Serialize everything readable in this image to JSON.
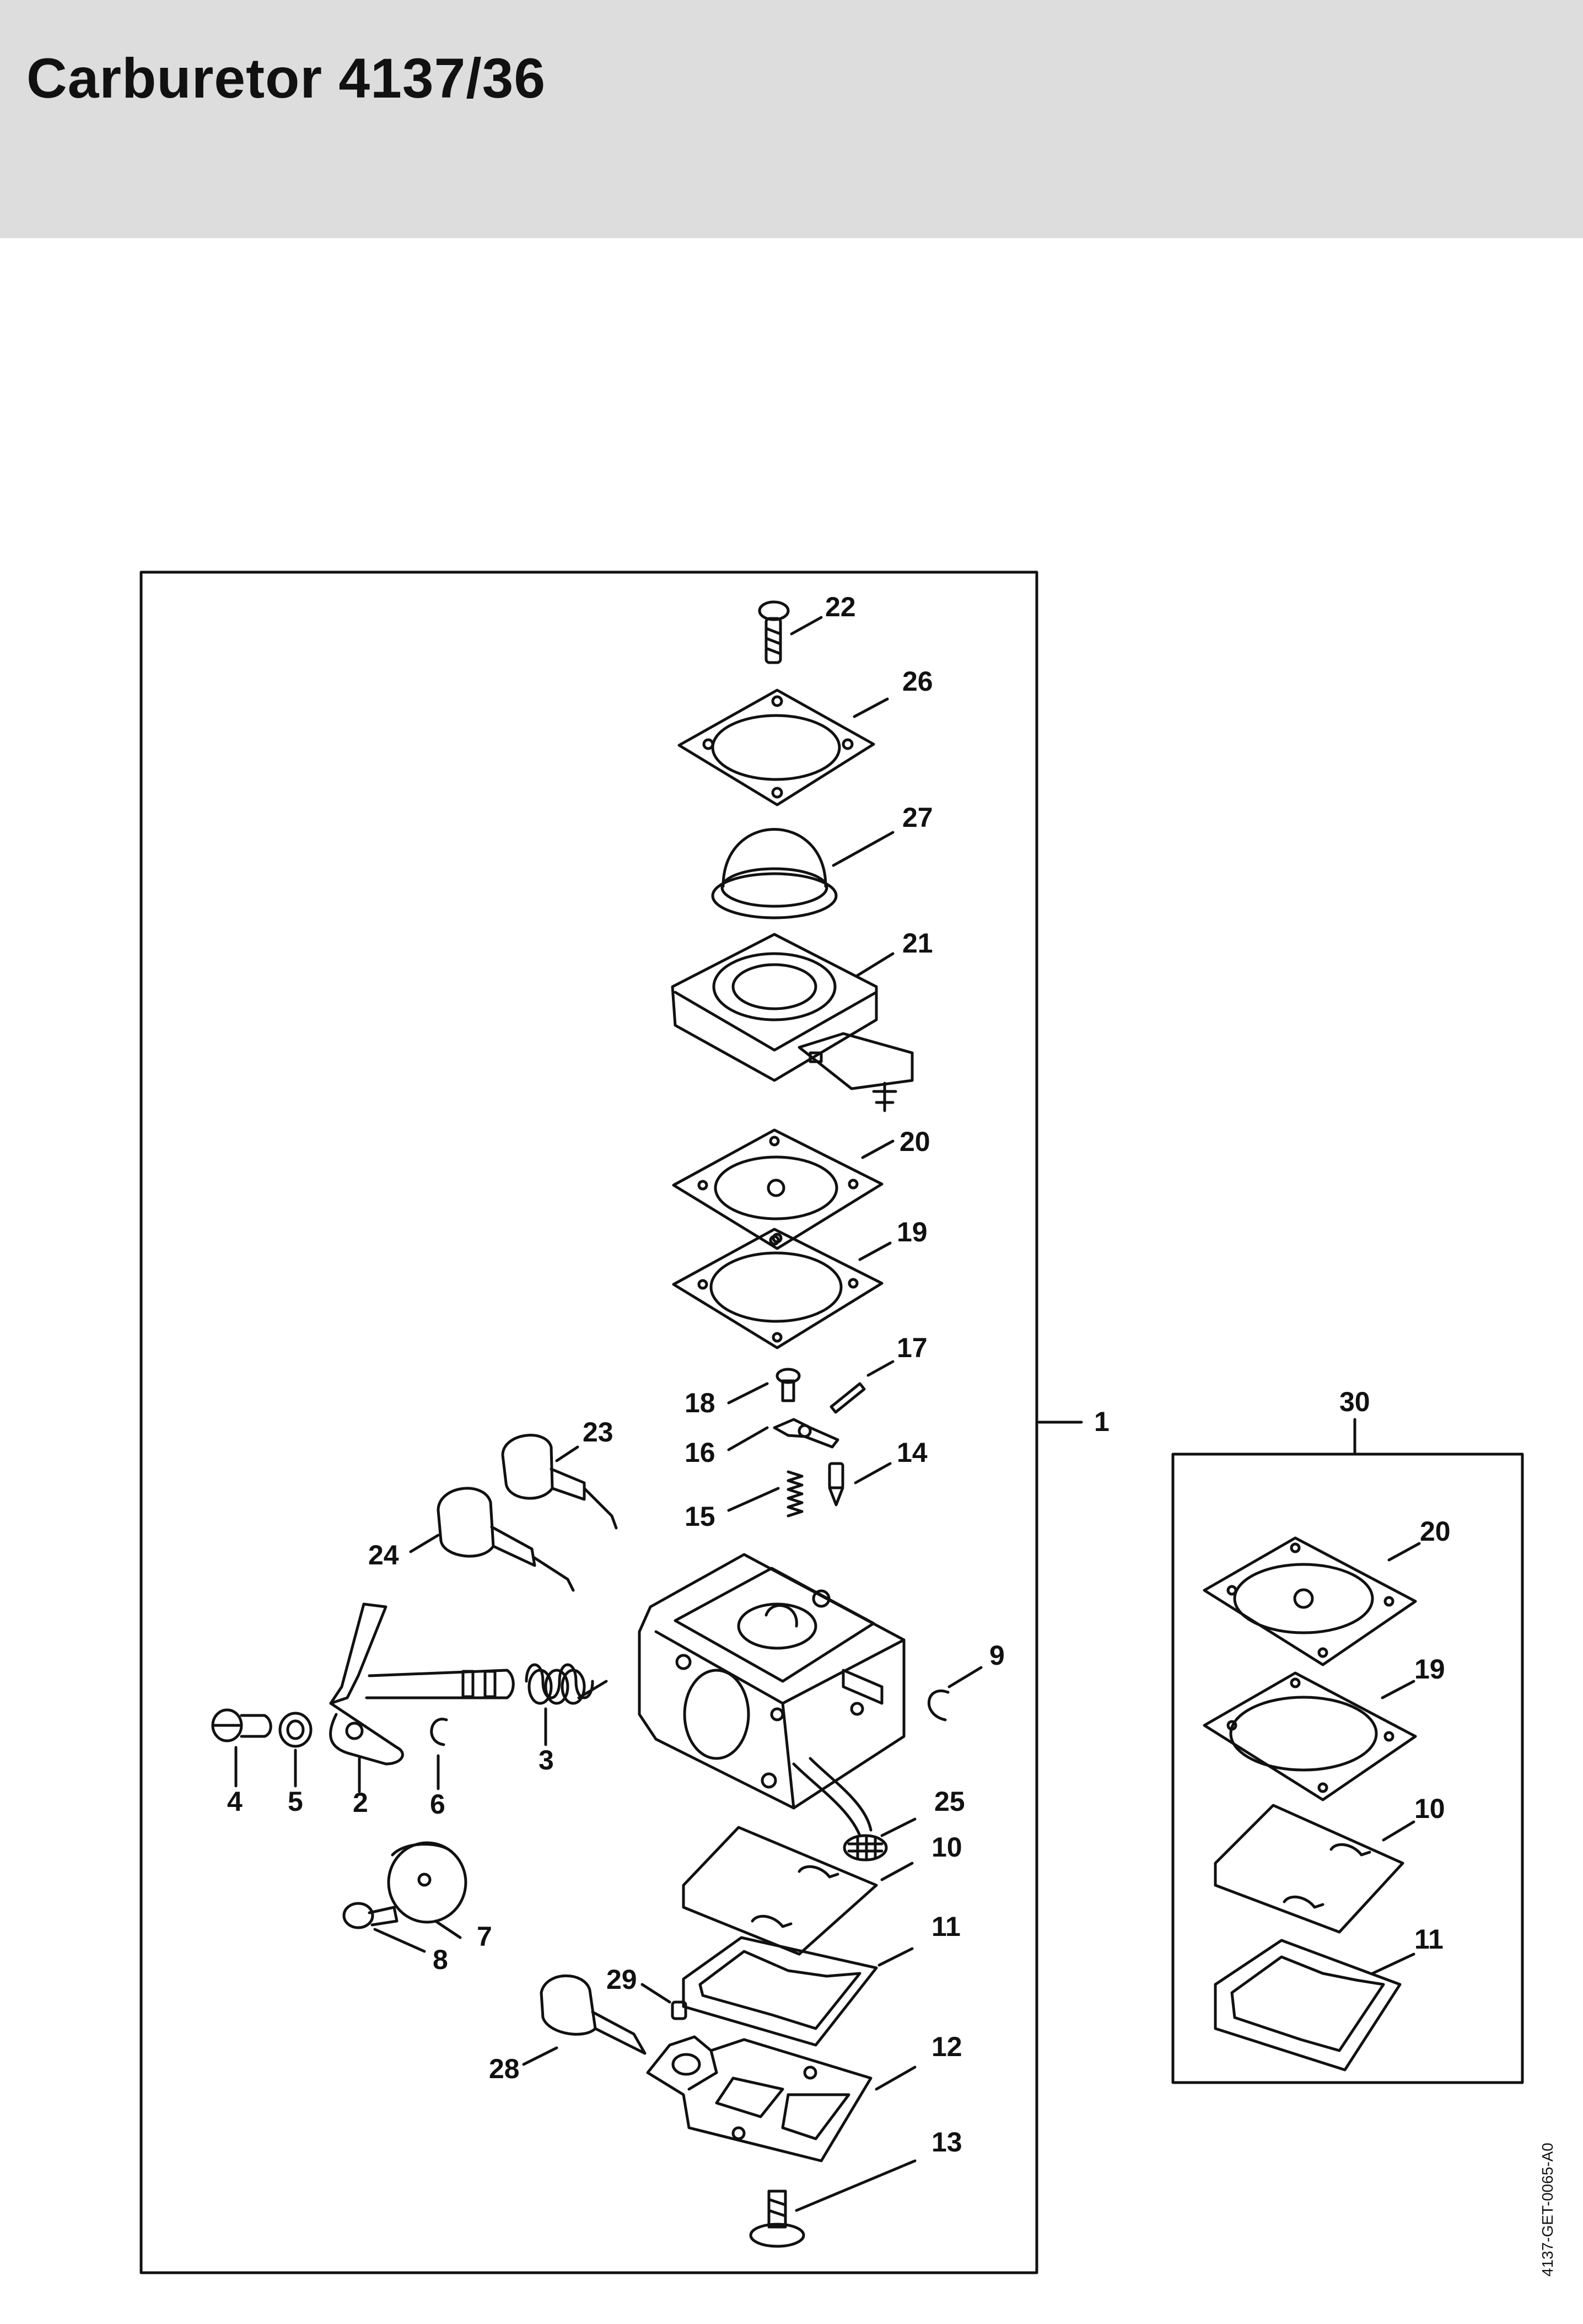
{
  "header": {
    "title": "Carburetor 4137/36"
  },
  "footer": {
    "drawing_code": "4137-GET-0065-A0"
  },
  "diagram": {
    "main_assembly_label": "1",
    "kit_label": "30",
    "callouts": [
      "22",
      "26",
      "27",
      "21",
      "20",
      "19",
      "17",
      "18",
      "16",
      "14",
      "15",
      "23",
      "24",
      "9",
      "4",
      "5",
      "2",
      "6",
      "3",
      "25",
      "10",
      "7",
      "8",
      "11",
      "29",
      "28",
      "12",
      "13"
    ],
    "kit_callouts": [
      "20",
      "19",
      "10",
      "11"
    ]
  }
}
